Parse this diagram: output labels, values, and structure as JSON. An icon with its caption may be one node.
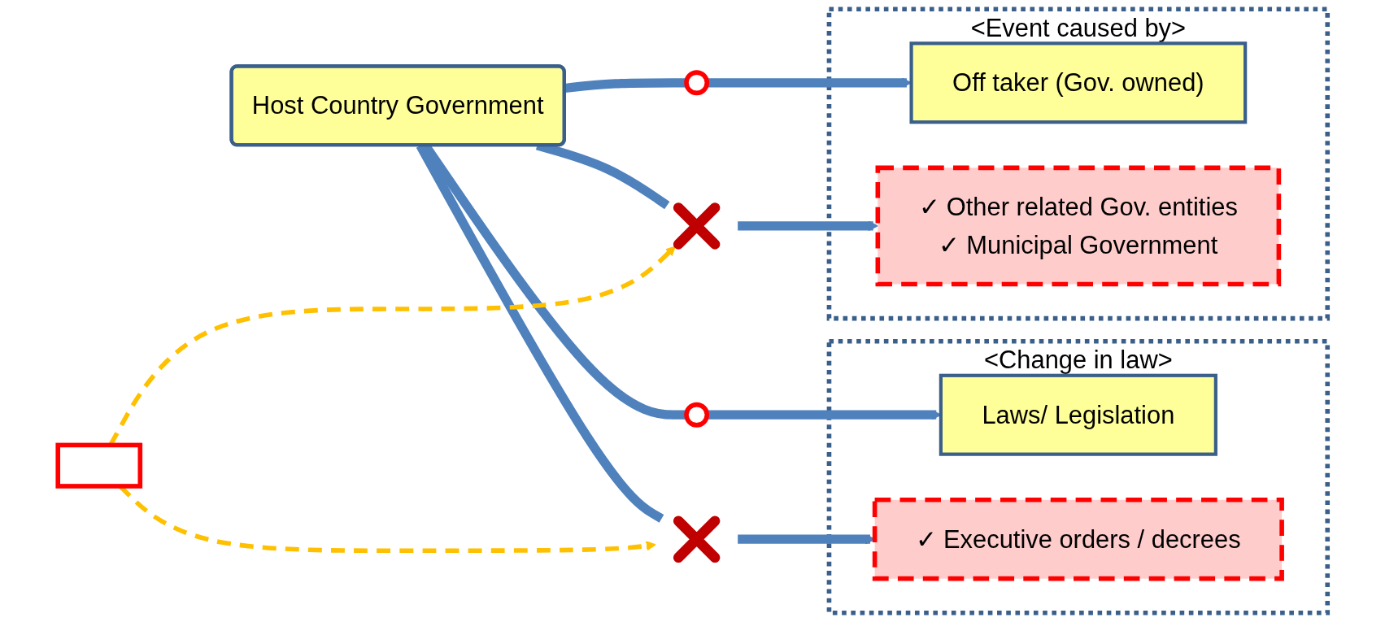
{
  "diagram": {
    "nodes": [
      {
        "text": [
          "Host Country Government"
        ]
      },
      {
        "text": [
          "<Event caused by>"
        ]
      },
      {
        "text": [
          "Off taker (Gov. owned)"
        ],
        "in": 1
      },
      {
        "text": [
          "✓ Other related Gov. entities",
          "✓ Municipal Government"
        ],
        "in": 1
      },
      {
        "text": [
          "<Change in law>"
        ]
      },
      {
        "text": [
          "Laws/ Legislation"
        ],
        "in": 4
      },
      {
        "text": [
          "✓ Executive orders / decrees"
        ],
        "in": 4
      },
      {
        "text": [],
        "shape": "circle"
      },
      {
        "text": [],
        "shape": "cross"
      },
      {
        "text": [],
        "shape": "circle"
      },
      {
        "text": [],
        "shape": "cross"
      },
      {
        "text": [],
        "shape": "box"
      }
    ],
    "edges": [
      {
        "from": 0,
        "to": 7,
        "arrow": "none"
      },
      {
        "from": 7,
        "to": 2,
        "arrow": "to"
      },
      {
        "from": 0,
        "to": 8,
        "arrow": "none"
      },
      {
        "from": 8,
        "to": 3,
        "arrow": "to"
      },
      {
        "from": 0,
        "to": 9,
        "arrow": "none"
      },
      {
        "from": 9,
        "to": 5,
        "arrow": "to"
      },
      {
        "from": 0,
        "to": 10,
        "arrow": "none"
      },
      {
        "from": 10,
        "to": 6,
        "arrow": "to"
      },
      {
        "from": 11,
        "to": 8,
        "arrow": "to",
        "style": "dashed",
        "color": "#ffc000"
      },
      {
        "from": 11,
        "to": 10,
        "arrow": "to",
        "style": "dashed",
        "color": "#ffc000"
      }
    ]
  }
}
